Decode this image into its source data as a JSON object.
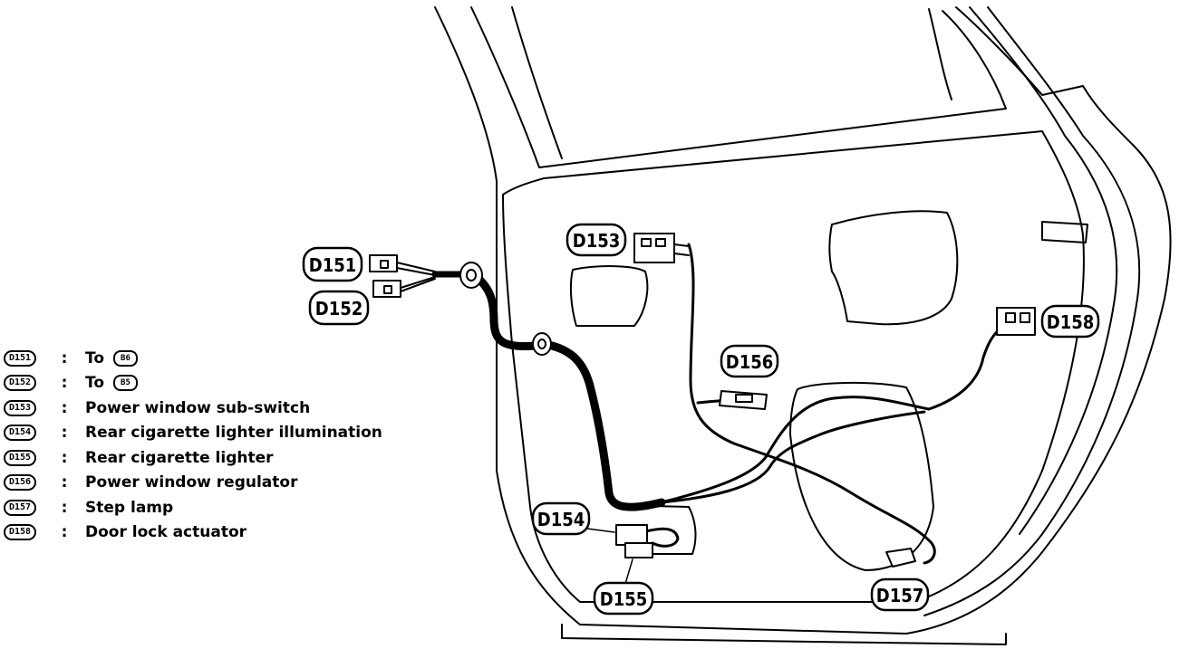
{
  "callouts": {
    "d151": "D151",
    "d152": "D152",
    "d153": "D153",
    "d154": "D154",
    "d155": "D155",
    "d156": "D156",
    "d157": "D157",
    "d158": "D158"
  },
  "legend": {
    "separator": ":",
    "items": [
      {
        "code": "D151",
        "text": "To",
        "ref": "B6"
      },
      {
        "code": "D152",
        "text": "To",
        "ref": "B5"
      },
      {
        "code": "D153",
        "text": "Power window sub-switch"
      },
      {
        "code": "D154",
        "text": "Rear cigarette lighter illumination"
      },
      {
        "code": "D155",
        "text": "Rear cigarette lighter"
      },
      {
        "code": "D156",
        "text": "Power window regulator"
      },
      {
        "code": "D157",
        "text": "Step lamp"
      },
      {
        "code": "D158",
        "text": "Door lock actuator"
      }
    ]
  }
}
